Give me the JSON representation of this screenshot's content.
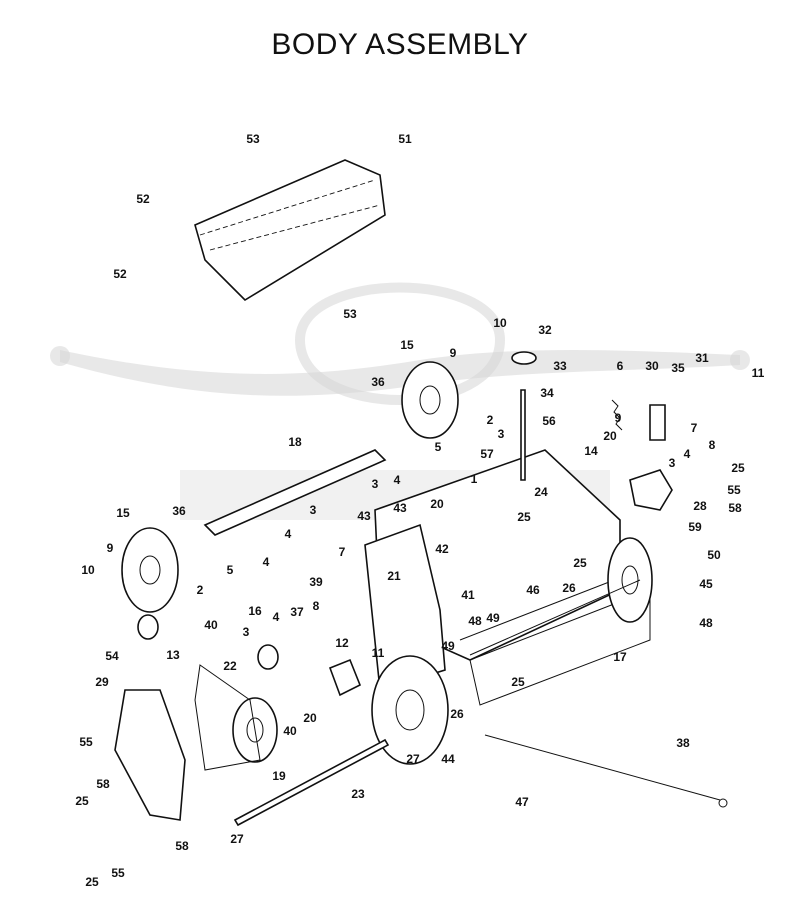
{
  "title": "BODY ASSEMBLY",
  "callouts": [
    "53",
    "51",
    "52",
    "52",
    "53",
    "10",
    "32",
    "33",
    "15",
    "9",
    "36",
    "2",
    "34",
    "6",
    "30",
    "35",
    "31",
    "11",
    "3",
    "56",
    "9",
    "7",
    "20",
    "8",
    "4",
    "3",
    "5",
    "18",
    "57",
    "14",
    "25",
    "3",
    "4",
    "1",
    "24",
    "55",
    "28",
    "58",
    "59",
    "50",
    "15",
    "36",
    "20",
    "43",
    "43",
    "3",
    "25",
    "42",
    "4",
    "9",
    "5",
    "10",
    "2",
    "4",
    "7",
    "39",
    "21",
    "41",
    "25",
    "26",
    "46",
    "45",
    "48",
    "54",
    "40",
    "16",
    "4",
    "37",
    "8",
    "13",
    "3",
    "22",
    "12",
    "11",
    "48",
    "49",
    "49",
    "25",
    "29",
    "26",
    "17",
    "20",
    "40",
    "55",
    "58",
    "25",
    "19",
    "27",
    "44",
    "38",
    "23",
    "47",
    "27",
    "58",
    "25",
    "55"
  ]
}
